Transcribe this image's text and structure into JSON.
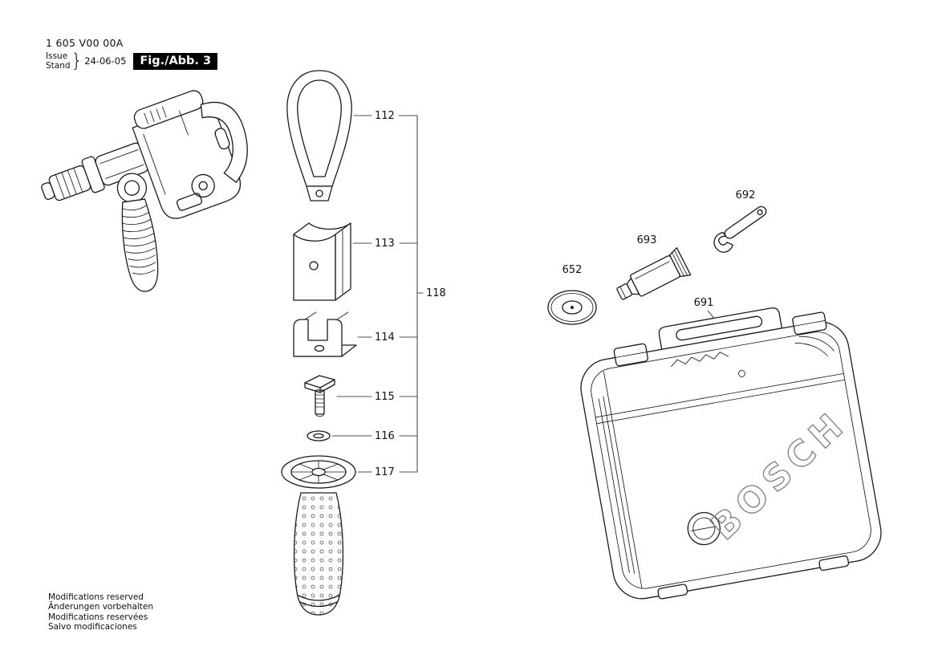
{
  "header": {
    "part_number": "1 605 V00 00A",
    "issue_label": "Issue",
    "stand_label": "Stand",
    "brace": "}",
    "date": "24-06-05",
    "figure_label": "Fig./Abb. 3"
  },
  "callouts": {
    "strap_loop": "112",
    "bracket_box": "113",
    "clamp": "114",
    "screw": "115",
    "washer": "116",
    "grip_handle": "117",
    "assembly_group": "118",
    "sealing_disc": "652",
    "grease_tube": "693",
    "hook_spanner": "692",
    "carrying_case": "691"
  },
  "case_brand": "BOSCH",
  "footer": {
    "lines": [
      "Modifications reserved",
      "Änderungen vorbehalten",
      "Modifications reservées",
      "Salvo modificaciones"
    ]
  }
}
